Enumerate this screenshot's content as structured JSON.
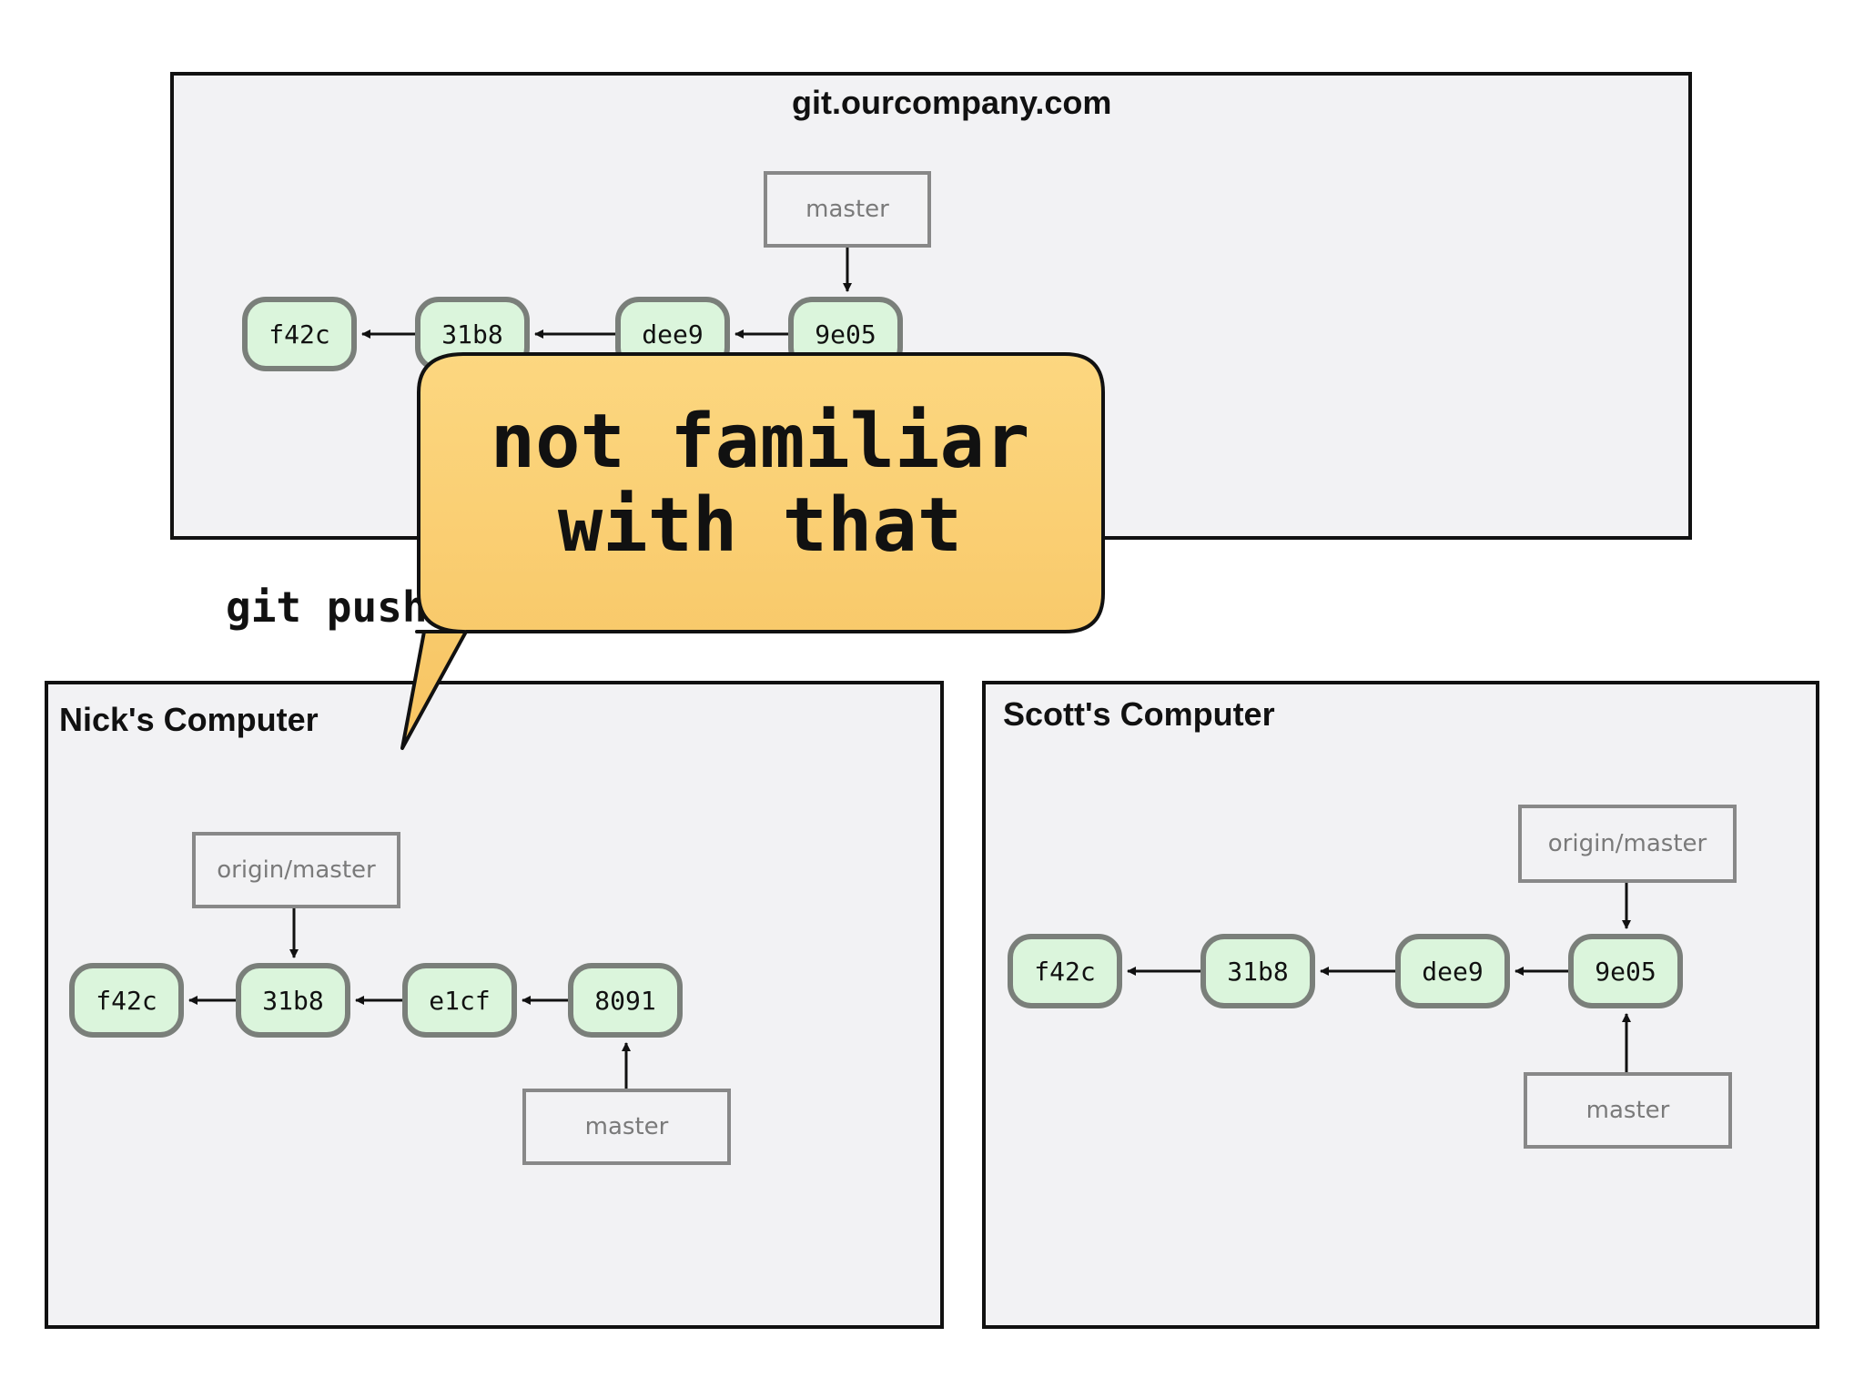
{
  "server": {
    "title": "git.ourcompany.com",
    "commits": [
      "f42c",
      "31b8",
      "dee9",
      "9e05"
    ],
    "ref_master": "master"
  },
  "nick": {
    "title": "Nick's Computer",
    "commits": [
      "f42c",
      "31b8",
      "e1cf",
      "8091"
    ],
    "ref_origin_master": "origin/master",
    "ref_master": "master"
  },
  "scott": {
    "title": "Scott's Computer",
    "commits": [
      "f42c",
      "31b8",
      "dee9",
      "9e05"
    ],
    "ref_origin_master": "origin/master",
    "ref_master": "master"
  },
  "command": {
    "text": "git push"
  },
  "speech_bubble": {
    "text": "not familiar\nwith that",
    "fill_color": "#fbcf6e"
  },
  "colors": {
    "commit_fill": "#dbf5dc",
    "commit_border": "#7a7f7a",
    "panel_fill": "#f2f2f4"
  }
}
